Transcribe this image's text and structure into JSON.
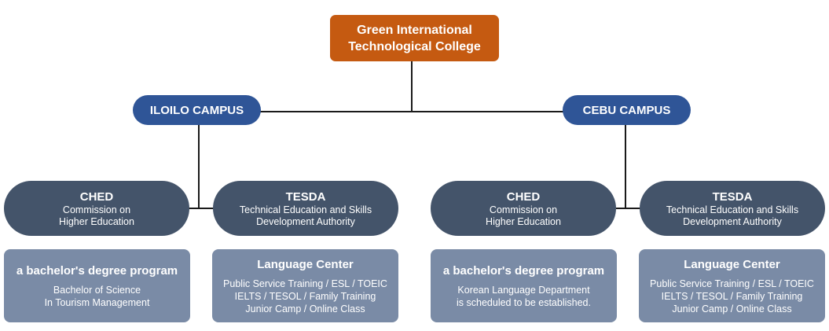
{
  "root": {
    "line1": "Green International",
    "line2": "Technological College"
  },
  "campuses": [
    {
      "name": "ILOILO CAMPUS",
      "ched": {
        "title": "CHED",
        "lines": [
          "Commission on",
          "Higher Education"
        ],
        "program": {
          "title": "a bachelor's degree program",
          "lines": [
            "Bachelor of Science",
            "In Tourism Management"
          ]
        }
      },
      "tesda": {
        "title": "TESDA",
        "lines": [
          "Technical Education and Skills",
          "Development Authority"
        ],
        "program": {
          "title": "Language Center",
          "lines": [
            "Public Service Training / ESL / TOEIC",
            "IELTS / TESOL / Family Training",
            "Junior Camp / Online Class"
          ]
        }
      }
    },
    {
      "name": "CEBU CAMPUS",
      "ched": {
        "title": "CHED",
        "lines": [
          "Commission on",
          "Higher Education"
        ],
        "program": {
          "title": "a bachelor's degree program",
          "lines": [
            "Korean Language Department",
            "is scheduled to be established."
          ]
        }
      },
      "tesda": {
        "title": "TESDA",
        "lines": [
          "Technical Education and Skills",
          "Development Authority"
        ],
        "program": {
          "title": "Language Center",
          "lines": [
            "Public Service Training / ESL / TOEIC",
            "IELTS / TESOL / Family Training",
            "Junior Camp / Online Class"
          ]
        }
      }
    }
  ],
  "colors": {
    "root": "#c55a11",
    "campus": "#2f5597",
    "authority": "#44546a",
    "program": "#7a8ba6",
    "connector": "#1a1a1a"
  }
}
